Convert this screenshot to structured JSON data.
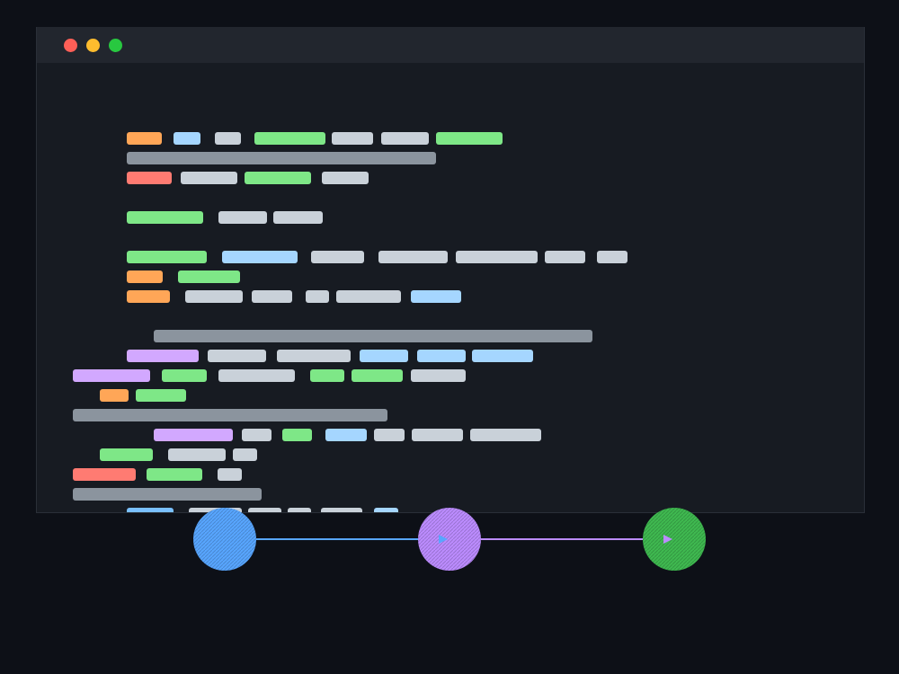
{
  "colors": {
    "page_bg": "#0d1017",
    "editor_bg": "#171b22",
    "titlebar_bg": "#22262e",
    "close": "#fe5f57",
    "minimize": "#febc2e",
    "maximize": "#28c840",
    "keyword": "#ffa657",
    "variable": "#a5d6ff",
    "plain": "#c9d1d9",
    "string": "#7ee787",
    "comment": "#8b949e",
    "error": "#ff7b72",
    "type": "#d2a8ff",
    "function": "#79c0ff"
  },
  "window_controls": [
    {
      "name": "close-button",
      "color": "close"
    },
    {
      "name": "minimize-button",
      "color": "minimize"
    },
    {
      "name": "maximize-button",
      "color": "maximize"
    }
  ],
  "flow": {
    "nodes": [
      {
        "name": "source-node",
        "color": "#58a6ff"
      },
      {
        "name": "transform-node",
        "color": "#bc8cff"
      },
      {
        "name": "output-node",
        "color": "#3fb950"
      }
    ],
    "arrows": [
      {
        "from": 0,
        "to": 1,
        "color": "#58a6ff"
      },
      {
        "from": 1,
        "to": 2,
        "color": "#bc8cff"
      }
    ]
  }
}
